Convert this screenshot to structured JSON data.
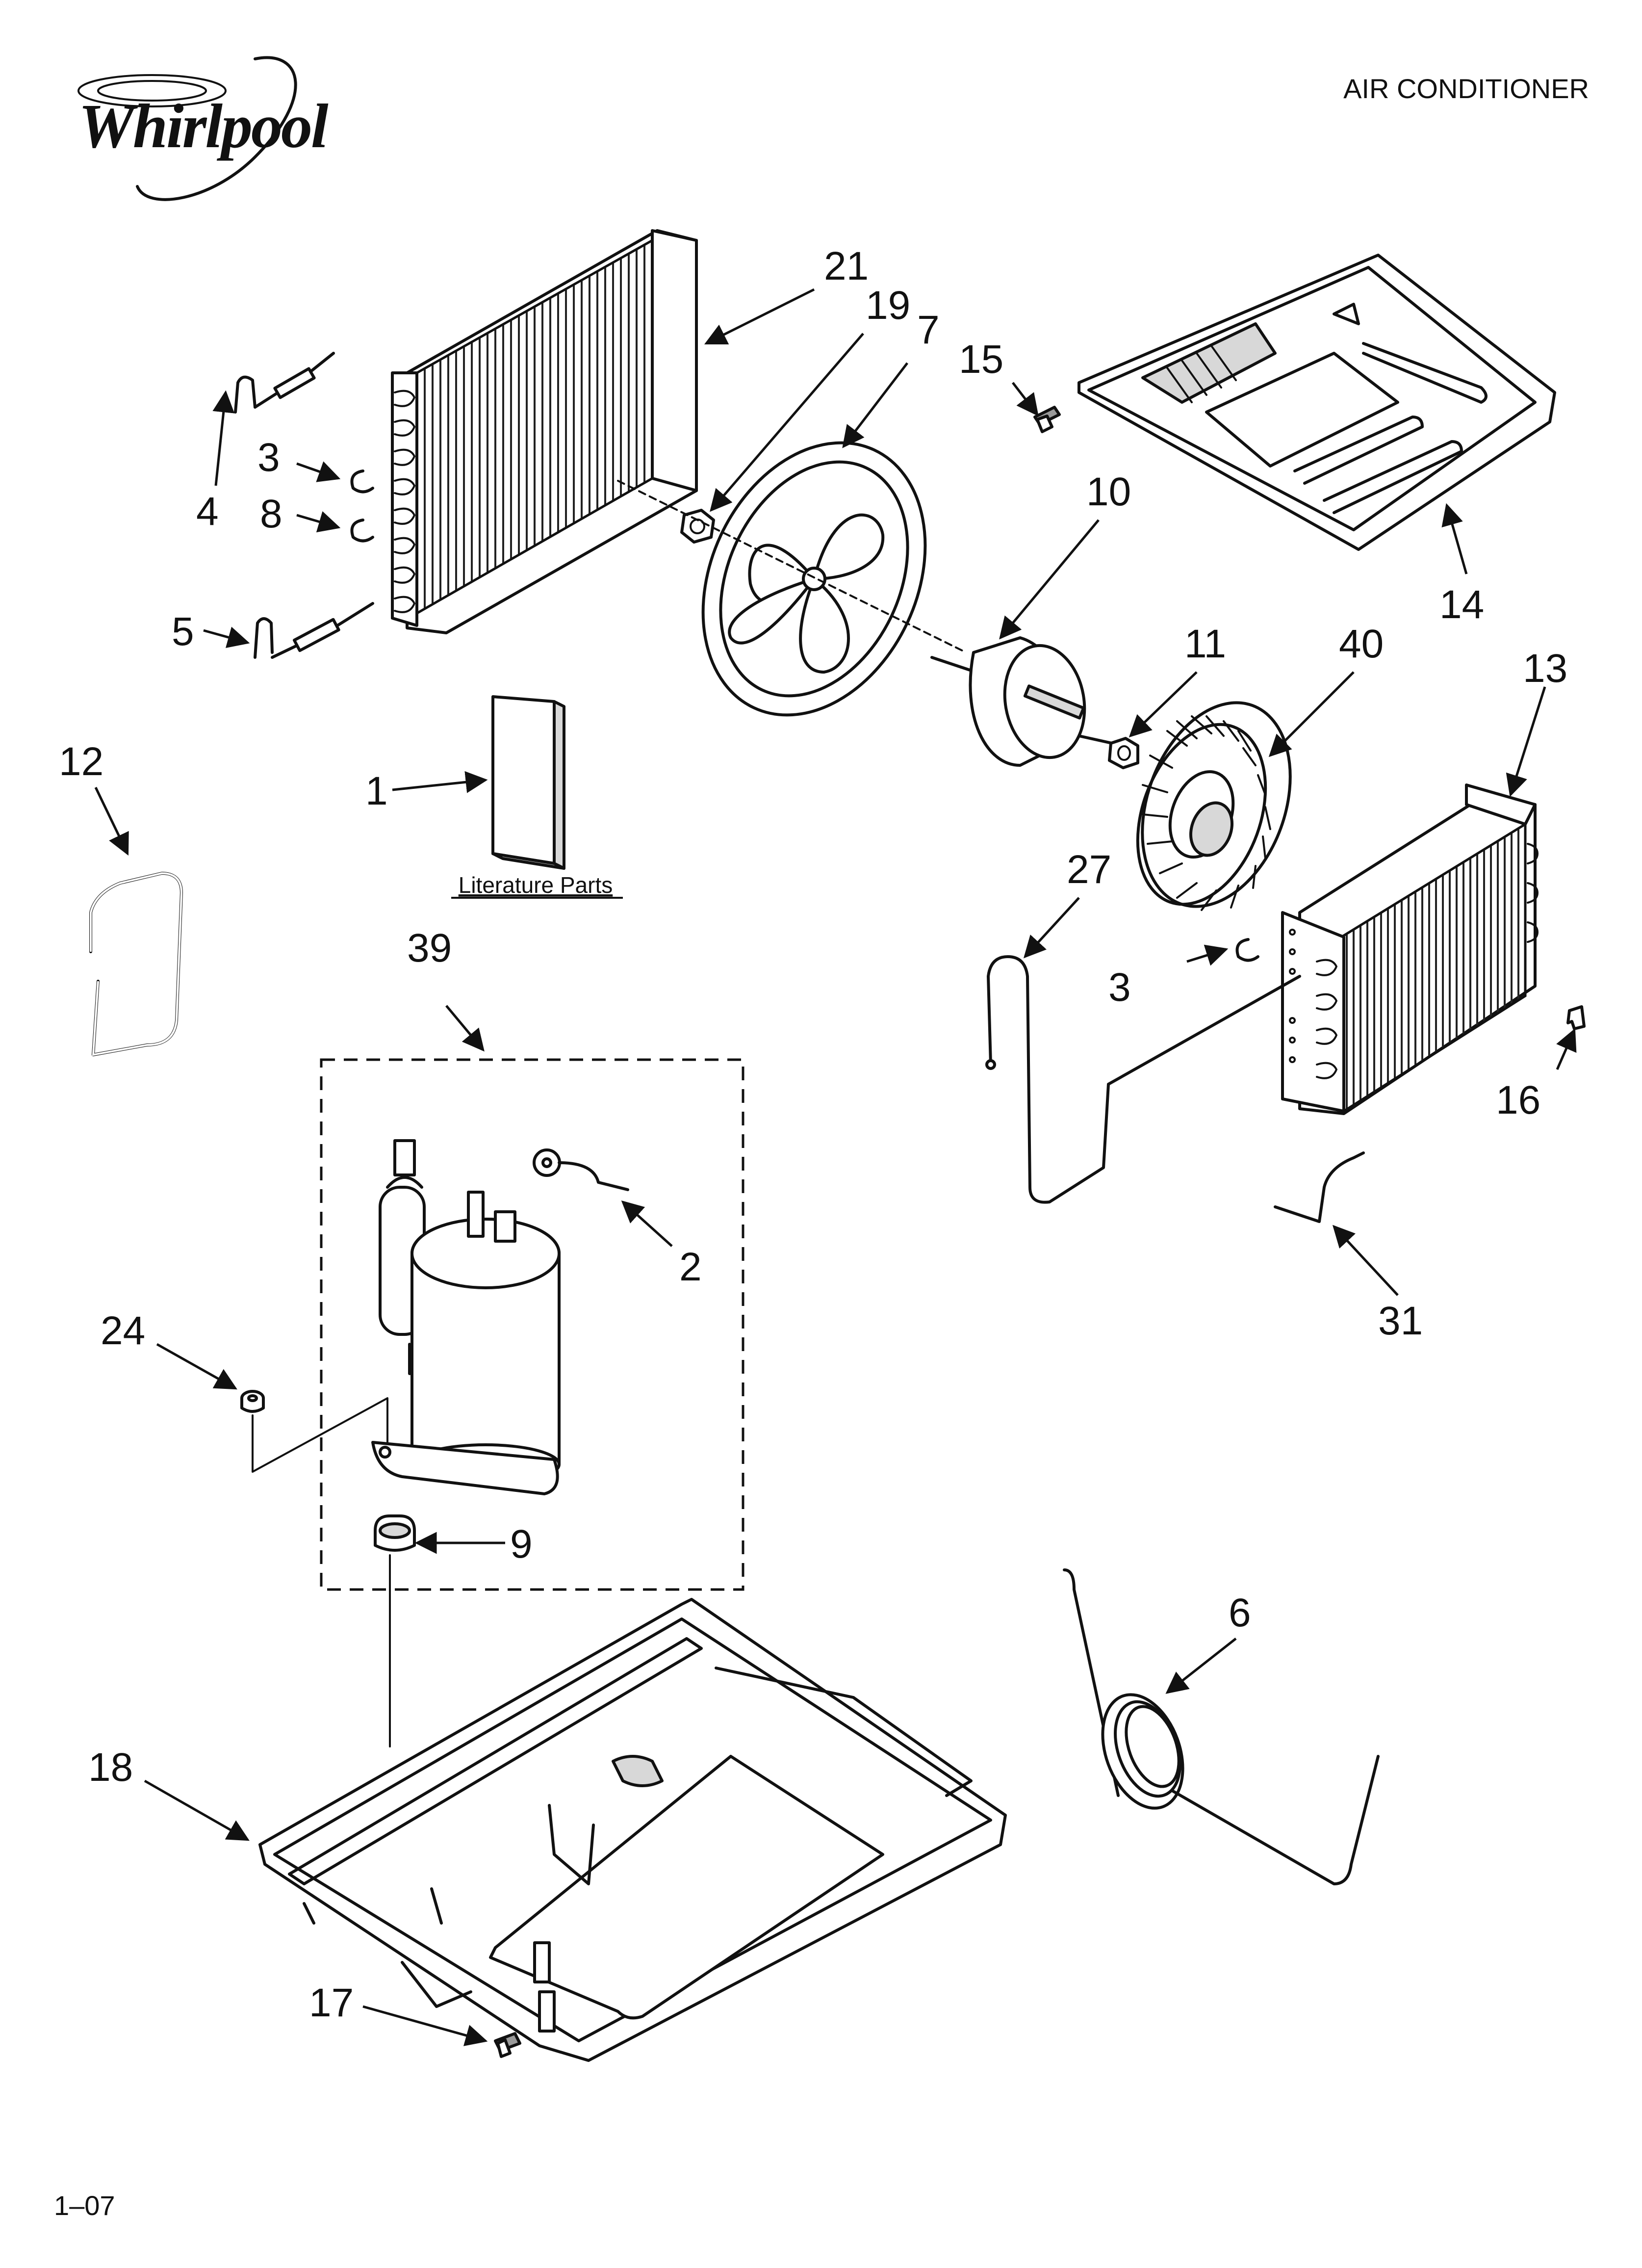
{
  "brand": {
    "logo_text": "Whirlpool"
  },
  "header": {
    "title": "AIR CONDITIONER"
  },
  "footer": {
    "page_code": "1–07"
  },
  "literature": {
    "label": "Literature Parts"
  },
  "callouts": {
    "p1": "1",
    "p2": "2",
    "p3a": "3",
    "p3b": "3",
    "p4": "4",
    "p5": "5",
    "p6": "6",
    "p7": "7",
    "p8": "8",
    "p9": "9",
    "p10": "10",
    "p11": "11",
    "p12": "12",
    "p13": "13",
    "p14": "14",
    "p15": "15",
    "p16": "16",
    "p17": "17",
    "p18": "18",
    "p19": "19",
    "p21": "21",
    "p24": "24",
    "p27": "27",
    "p31": "31",
    "p39": "39",
    "p40": "40"
  }
}
